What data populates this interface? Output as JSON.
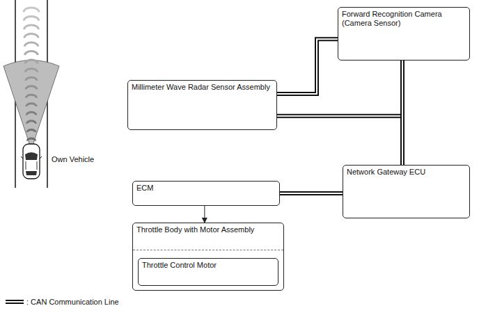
{
  "diagram": {
    "nodes": [
      {
        "text": [
          "Forward Recognition Camera (Camera Sensor)"
        ]
      },
      {
        "text": [
          "Millimeter Wave Radar Sensor Assembly"
        ]
      },
      {
        "text": [
          "Network Gateway ECU"
        ]
      },
      {
        "text": [
          "ECM"
        ]
      },
      {
        "text": [
          "Throttle Body with Motor Assembly"
        ]
      },
      {
        "text": [
          "Throttle Control Motor"
        ],
        "in": 4
      }
    ],
    "edges": [
      {
        "from": 1,
        "to": 0,
        "arrow": "none"
      },
      {
        "from": 1,
        "to": 2,
        "arrow": "none"
      },
      {
        "from": 0,
        "to": 2,
        "arrow": "none"
      },
      {
        "from": 3,
        "to": 2,
        "arrow": "none"
      },
      {
        "from": 3,
        "to": 4,
        "arrow": "to"
      }
    ],
    "labels": [
      "Own Vehicle"
    ],
    "legend": [
      {
        "text": ": CAN Communication Line"
      }
    ]
  }
}
